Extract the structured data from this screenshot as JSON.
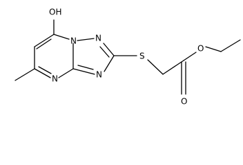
{
  "molecule": {
    "atoms": {
      "hydroxyl": "OH",
      "bridgehead_n": "N",
      "triazole_n2": "N",
      "triazole_n4": "N",
      "pyrimidine_n": "N",
      "thioether_s": "S",
      "ester_o": "O",
      "carbonyl_o": "O"
    }
  }
}
